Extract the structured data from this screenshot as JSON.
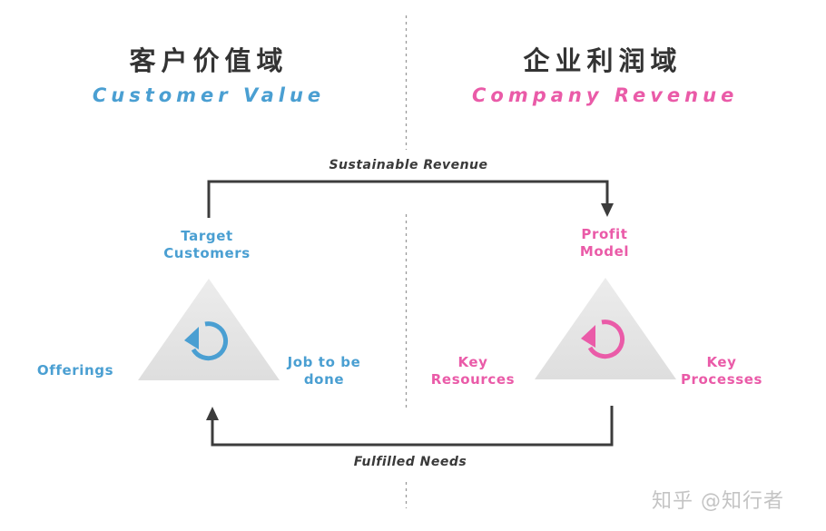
{
  "left_domain": {
    "title_cn": "客户价值域",
    "title_en": "Customer Value",
    "accent_color": "#4a9fd2",
    "icon": "rotate-counterclockwise-icon",
    "top_node": [
      "Target",
      "Customers"
    ],
    "left_node": [
      "Offerings"
    ],
    "right_node": [
      "Job to be",
      "done"
    ]
  },
  "right_domain": {
    "title_cn": "企业利润域",
    "title_en": "Company Revenue",
    "accent_color": "#ea5ba8",
    "icon": "rotate-counterclockwise-icon",
    "top_node": [
      "Profit",
      "Model"
    ],
    "left_node": [
      "Key",
      "Resources"
    ],
    "right_node": [
      "Key",
      "Processes"
    ]
  },
  "flows": {
    "top": "Sustainable Revenue",
    "bottom": "Fulfilled Needs"
  },
  "watermark": "知乎 @知行者"
}
